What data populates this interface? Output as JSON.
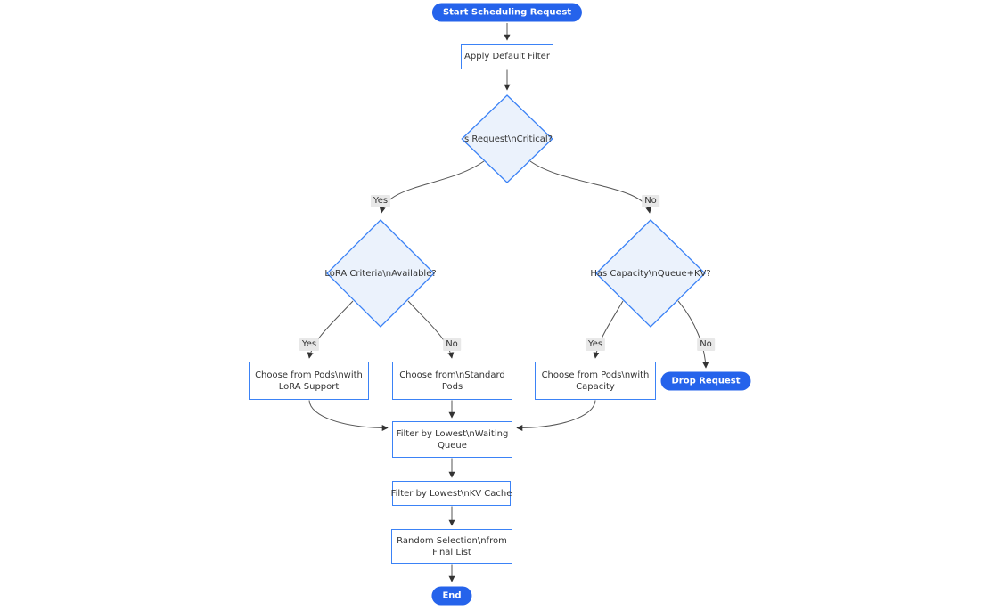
{
  "diagram": {
    "type": "flowchart",
    "direction": "top-down",
    "colors": {
      "terminal_fill": "#2563EB",
      "terminal_text": "#FFFFFF",
      "node_border": "#3B82F6",
      "node_fill": "#FFFFFF",
      "decision_fill": "#EBF2FC",
      "node_text": "#333333",
      "edge_line": "#555555",
      "edge_label_bg": "#E8E8E8",
      "edge_label_text": "#333333"
    },
    "nodes": [
      {
        "id": "start",
        "shape": "stadium",
        "lines": [
          "Start Scheduling Request"
        ]
      },
      {
        "id": "apply-default-filter",
        "shape": "rect",
        "lines": [
          "Apply Default Filter"
        ]
      },
      {
        "id": "is-request-critical",
        "shape": "decision",
        "lines": [
          "Is Request\\nCritical?"
        ]
      },
      {
        "id": "lora-criteria-available",
        "shape": "decision",
        "lines": [
          "LoRA Criteria\\nAvailable?"
        ]
      },
      {
        "id": "has-capacity-queue-kv",
        "shape": "decision",
        "lines": [
          "Has Capacity\\nQueue+KV?"
        ]
      },
      {
        "id": "choose-pods-lora",
        "shape": "rect",
        "lines": [
          "Choose from Pods\\nwith",
          "LoRA Support"
        ]
      },
      {
        "id": "choose-standard-pods",
        "shape": "rect",
        "lines": [
          "Choose from\\nStandard",
          "Pods"
        ]
      },
      {
        "id": "choose-pods-capacity",
        "shape": "rect",
        "lines": [
          "Choose from Pods\\nwith",
          "Capacity"
        ]
      },
      {
        "id": "drop-request",
        "shape": "stadium",
        "lines": [
          "Drop Request"
        ]
      },
      {
        "id": "filter-waiting-queue",
        "shape": "rect",
        "lines": [
          "Filter by Lowest\\nWaiting",
          "Queue"
        ]
      },
      {
        "id": "filter-kv-cache",
        "shape": "rect",
        "lines": [
          "Filter by Lowest\\nKV Cache"
        ]
      },
      {
        "id": "random-selection",
        "shape": "rect",
        "lines": [
          "Random Selection\\nfrom",
          "Final List"
        ]
      },
      {
        "id": "end",
        "shape": "stadium",
        "lines": [
          "End"
        ]
      }
    ],
    "edges": [
      {
        "from": "start",
        "to": "apply-default-filter",
        "label": ""
      },
      {
        "from": "apply-default-filter",
        "to": "is-request-critical",
        "label": ""
      },
      {
        "from": "is-request-critical",
        "to": "lora-criteria-available",
        "label": "Yes"
      },
      {
        "from": "is-request-critical",
        "to": "has-capacity-queue-kv",
        "label": "No"
      },
      {
        "from": "lora-criteria-available",
        "to": "choose-pods-lora",
        "label": "Yes"
      },
      {
        "from": "lora-criteria-available",
        "to": "choose-standard-pods",
        "label": "No"
      },
      {
        "from": "has-capacity-queue-kv",
        "to": "choose-pods-capacity",
        "label": "Yes"
      },
      {
        "from": "has-capacity-queue-kv",
        "to": "drop-request",
        "label": "No"
      },
      {
        "from": "choose-pods-lora",
        "to": "filter-waiting-queue",
        "label": ""
      },
      {
        "from": "choose-standard-pods",
        "to": "filter-waiting-queue",
        "label": ""
      },
      {
        "from": "choose-pods-capacity",
        "to": "filter-waiting-queue",
        "label": ""
      },
      {
        "from": "filter-waiting-queue",
        "to": "filter-kv-cache",
        "label": ""
      },
      {
        "from": "filter-kv-cache",
        "to": "random-selection",
        "label": ""
      },
      {
        "from": "random-selection",
        "to": "end",
        "label": ""
      }
    ]
  }
}
